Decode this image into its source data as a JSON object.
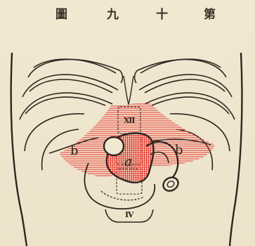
{
  "figure": {
    "title_chars": [
      "第",
      "十",
      "九",
      "圖"
    ],
    "labels": {
      "vertebra_upper": "Ⅻ",
      "vertebra_lower": "Ⅳ",
      "region_a": "a",
      "region_b_left": "b",
      "region_b_right": "b"
    },
    "colors": {
      "ink": "#2e2620",
      "hatch": "#e8423a",
      "paper": "#efe6cf"
    }
  }
}
